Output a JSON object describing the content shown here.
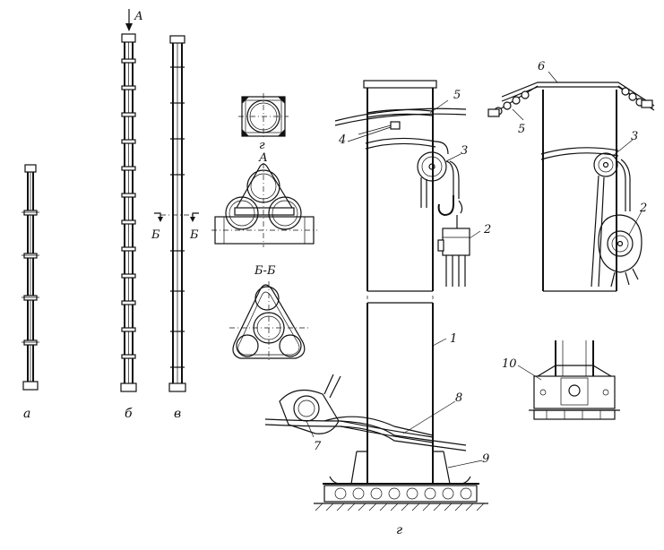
{
  "labels": {
    "view_a": "а",
    "view_b": "б",
    "view_v": "в",
    "view_g_main": "г",
    "view_g_small": "г",
    "arrow_A_top": "А",
    "arrow_A_sec": "А",
    "section_B_left": "Б",
    "section_B_right": "Б",
    "section_BB": "Б-Б",
    "p1": "1",
    "p2_left": "2",
    "p2_right": "2",
    "p3_left": "3",
    "p3_right": "3",
    "p4": "4",
    "p5_left": "5",
    "p5_right": "5",
    "p6": "6",
    "p7": "7",
    "p8": "8",
    "p9": "9",
    "p10": "10"
  }
}
